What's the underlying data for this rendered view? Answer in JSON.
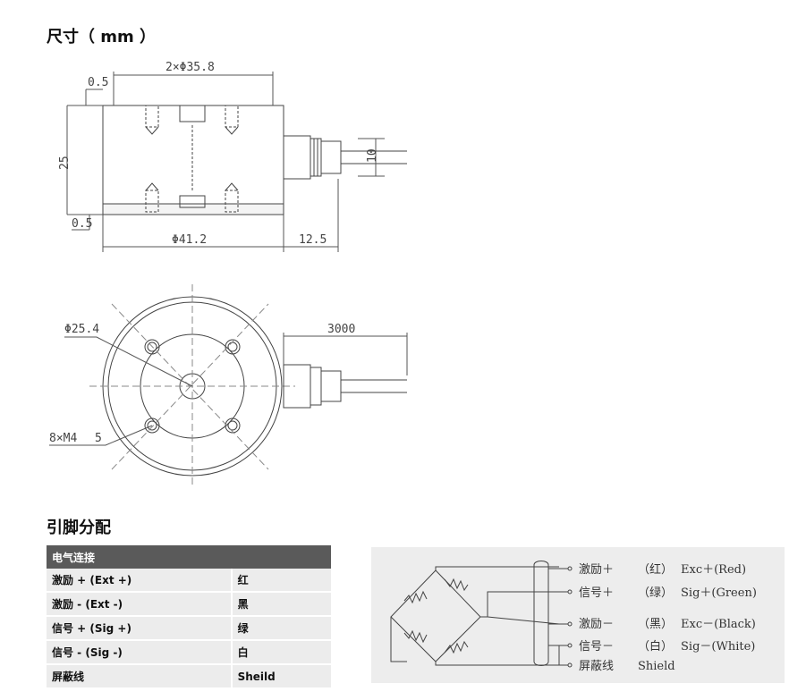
{
  "headings": {
    "dimensions": "尺寸（ mm ）",
    "pinout": "引脚分配"
  },
  "dimensions": {
    "top_width": "2×Φ35.8",
    "offset_top": "0.5",
    "height": "25",
    "offset_bottom": "0.5",
    "cable_dia": "10",
    "body_dia": "Φ41.2",
    "connector_len": "12.5",
    "inner_dia": "Φ25.4",
    "cable_len": "3000",
    "threads": "8×M4",
    "thread_depth": "5"
  },
  "pin_table": {
    "header": "电气连接",
    "rows": [
      {
        "signal": "激励 + (Ext +)",
        "color": "红"
      },
      {
        "signal": "激励 - (Ext -)",
        "color": "黑"
      },
      {
        "signal": "信号 + (Sig +)",
        "color": "绿"
      },
      {
        "signal": "信号 - (Sig -)",
        "color": "白"
      },
      {
        "signal": "屏蔽线",
        "color": "Sheild"
      }
    ]
  },
  "wiring": [
    {
      "name": "激励＋",
      "color": "（红）",
      "label": "Exc＋(Red)"
    },
    {
      "name": "信号＋",
      "color": "（绿）",
      "label": "Sig＋(Green)"
    },
    {
      "name": "激励－",
      "color": "（黑）",
      "label": "Exc－(Black)"
    },
    {
      "name": "信号－",
      "color": "（白）",
      "label": "Sig－(White)"
    },
    {
      "name": "屏蔽线",
      "color": "",
      "label": "Shield"
    }
  ]
}
